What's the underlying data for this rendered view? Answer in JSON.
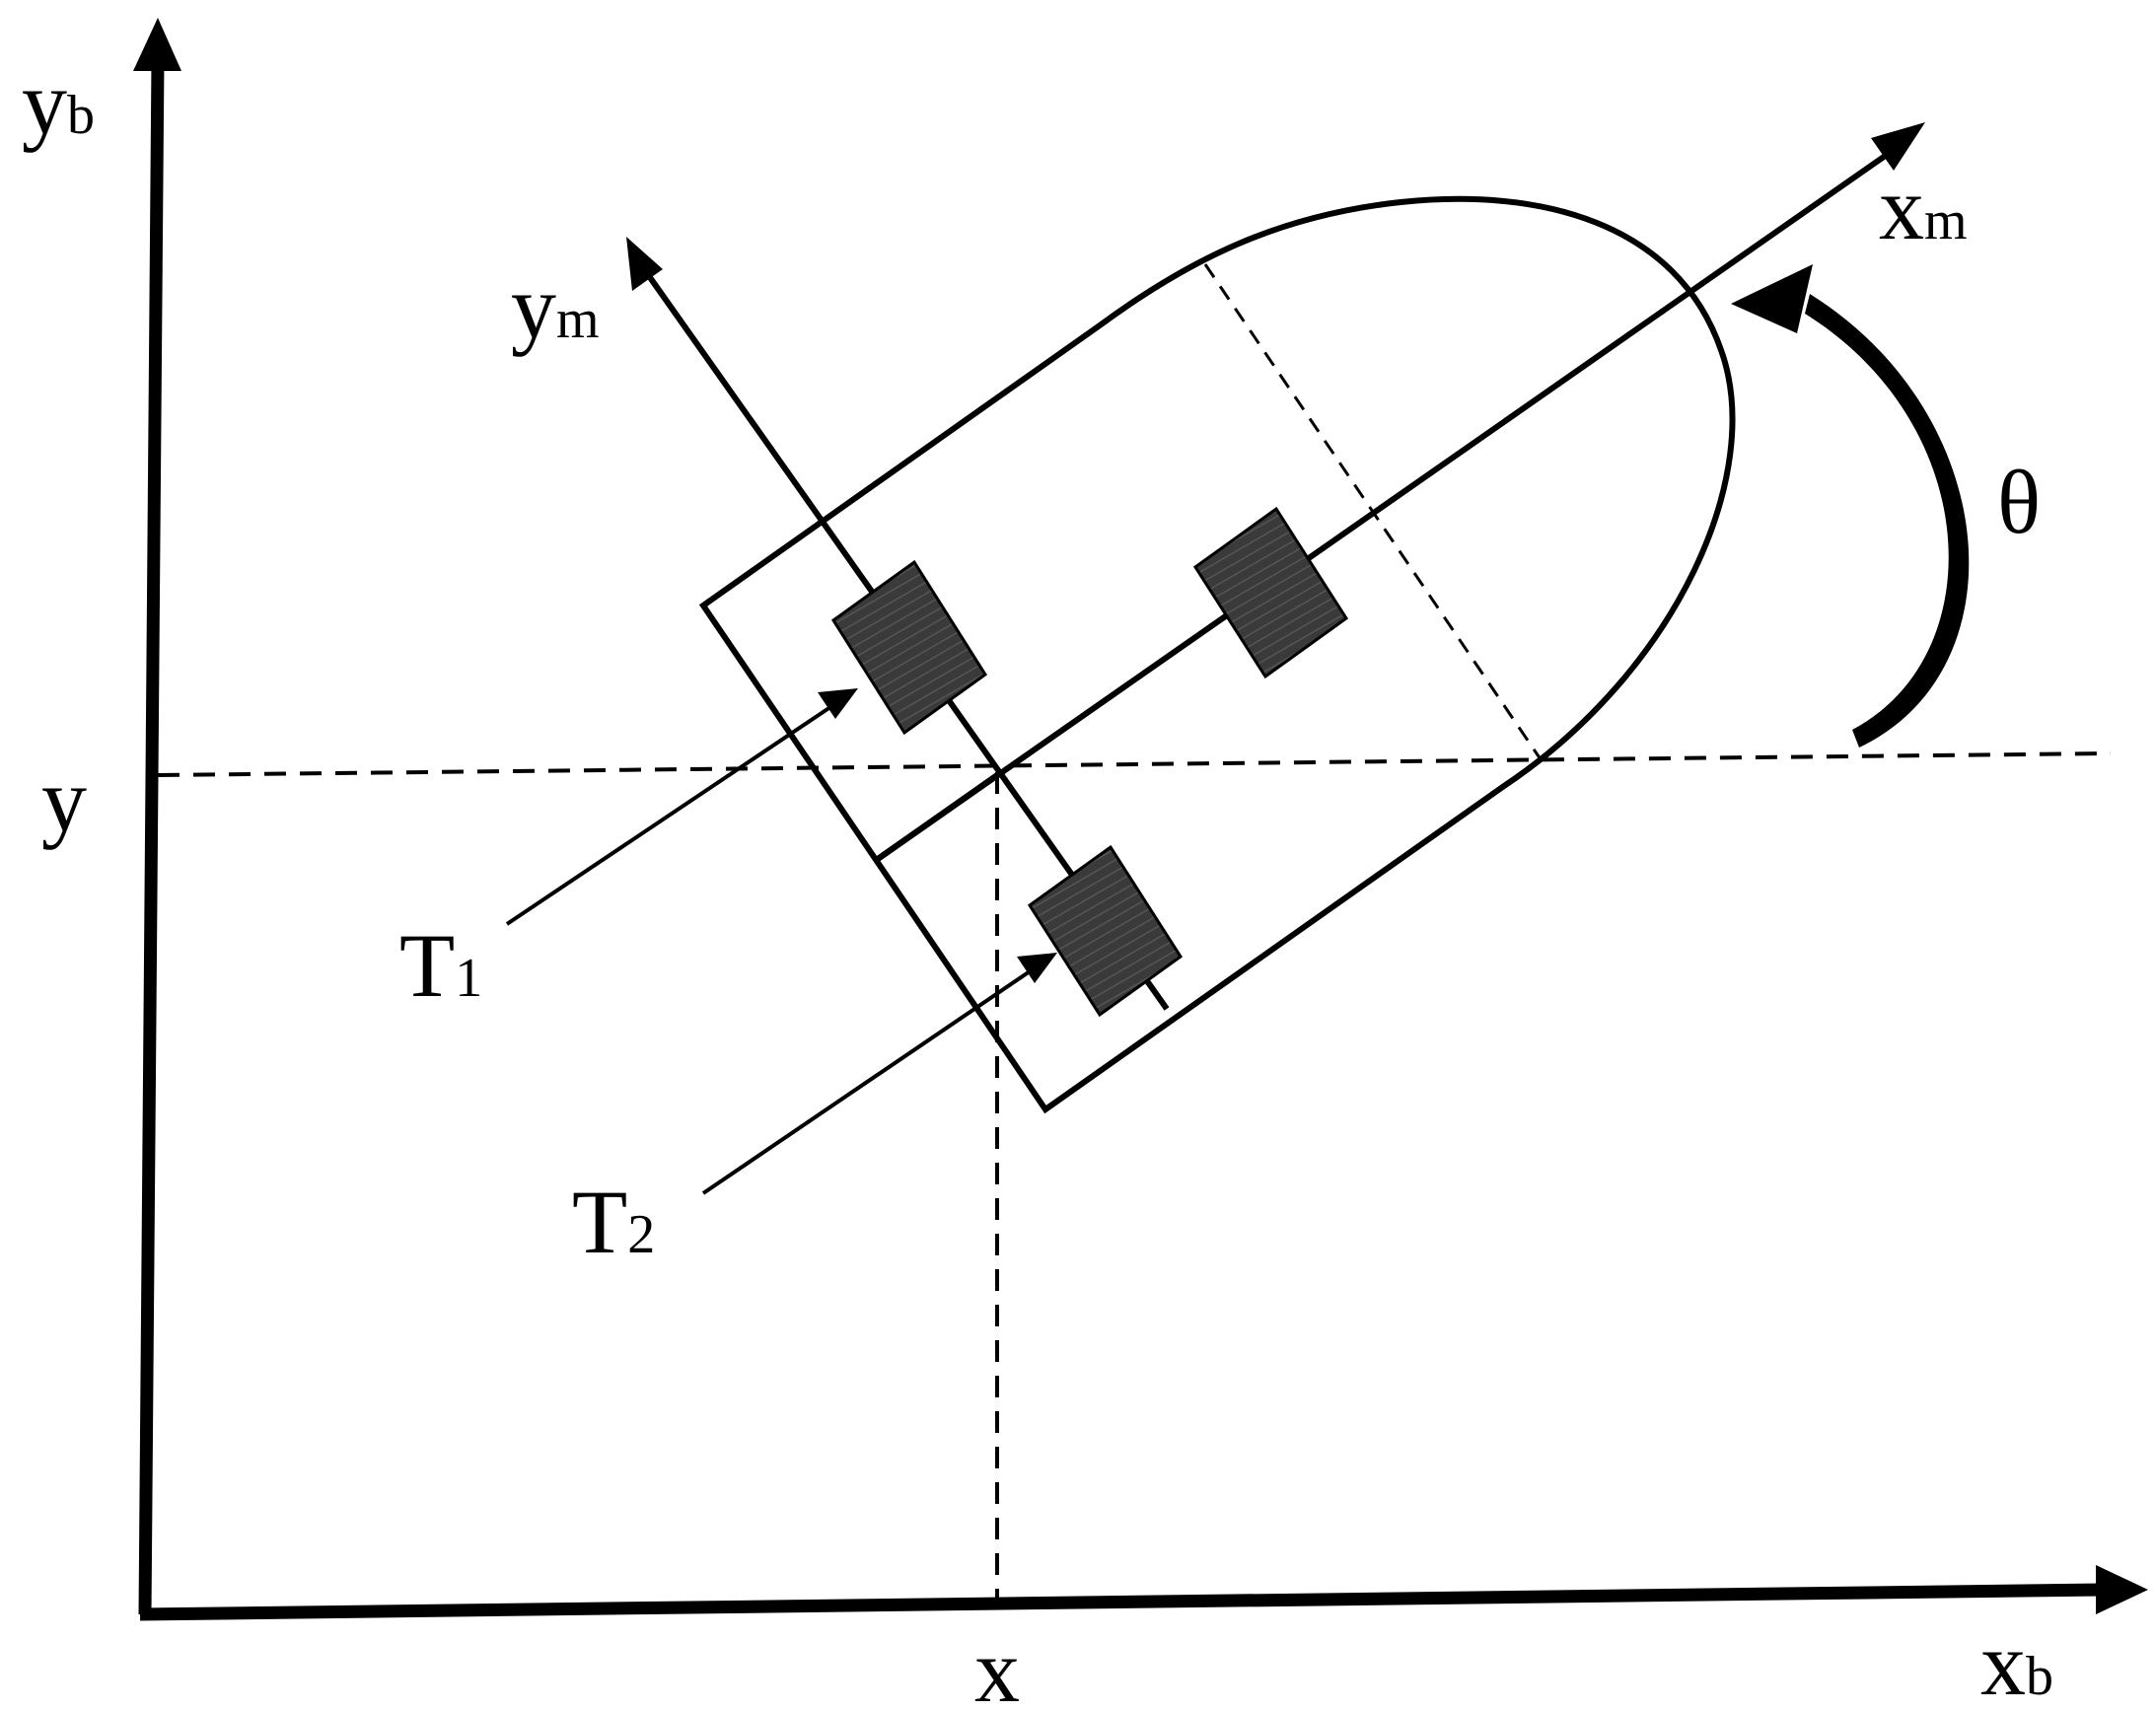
{
  "diagram": {
    "axes": {
      "yb": {
        "main": "y",
        "sub": "b"
      },
      "xb": {
        "main": "x",
        "sub": "b"
      },
      "xm": {
        "main": "x",
        "sub": "m"
      },
      "ym": {
        "main": "y",
        "sub": "m"
      }
    },
    "projections": {
      "x": "x",
      "y": "y"
    },
    "angle": "θ",
    "thrusters": {
      "t1": {
        "main": "T",
        "sub": "1"
      },
      "t2": {
        "main": "T",
        "sub": "2"
      }
    },
    "colors": {
      "ink": "#000000",
      "thruster_fill": "#3a3a3a"
    }
  }
}
